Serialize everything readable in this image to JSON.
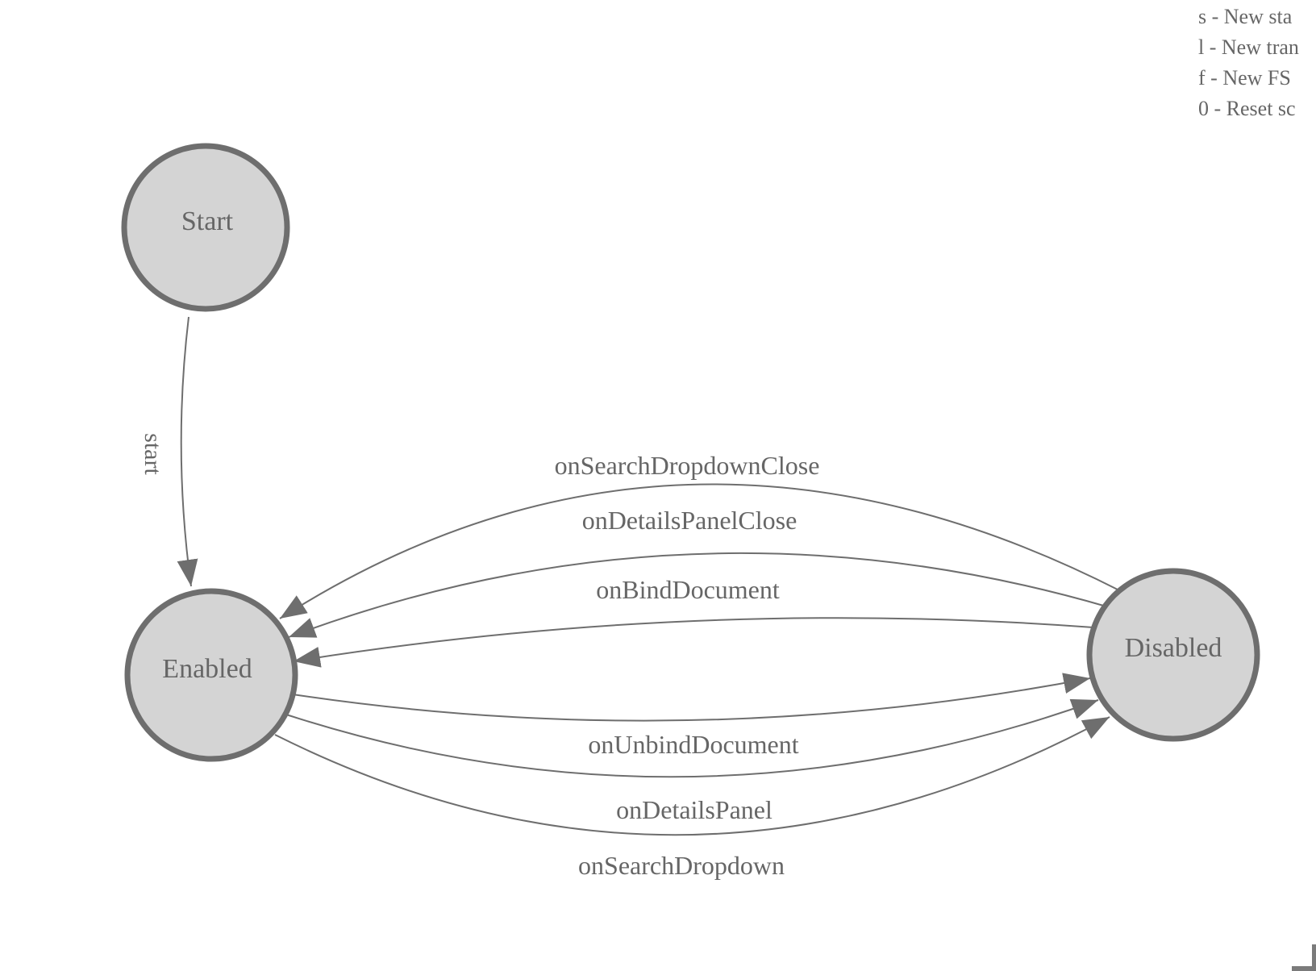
{
  "colors": {
    "node_fill": "#d4d4d4",
    "node_stroke": "#6e6e6e",
    "edge_stroke": "#6e6e6e",
    "text_color": "#666666",
    "corner_color": "#7b7b7b"
  },
  "legend": {
    "items": [
      "s - New sta",
      "l - New tran",
      "f - New FS",
      "0 - Reset sc"
    ]
  },
  "nodes": [
    {
      "id": "start",
      "label": "Start"
    },
    {
      "id": "enabled",
      "label": "Enabled"
    },
    {
      "id": "disabled",
      "label": "Disabled"
    }
  ],
  "edges": [
    {
      "id": "start-edge",
      "label": "start",
      "from": "Start",
      "to": "Enabled"
    },
    {
      "id": "on-search-dropdown-close",
      "label": "onSearchDropdownClose",
      "from": "Disabled",
      "to": "Enabled"
    },
    {
      "id": "on-details-panel-close",
      "label": "onDetailsPanelClose",
      "from": "Disabled",
      "to": "Enabled"
    },
    {
      "id": "on-bind-document",
      "label": "onBindDocument",
      "from": "Disabled",
      "to": "Enabled"
    },
    {
      "id": "on-unbind-document",
      "label": "onUnbindDocument",
      "from": "Enabled",
      "to": "Disabled"
    },
    {
      "id": "on-details-panel",
      "label": "onDetailsPanel",
      "from": "Enabled",
      "to": "Disabled"
    },
    {
      "id": "on-search-dropdown",
      "label": "onSearchDropdown",
      "from": "Enabled",
      "to": "Disabled"
    }
  ]
}
